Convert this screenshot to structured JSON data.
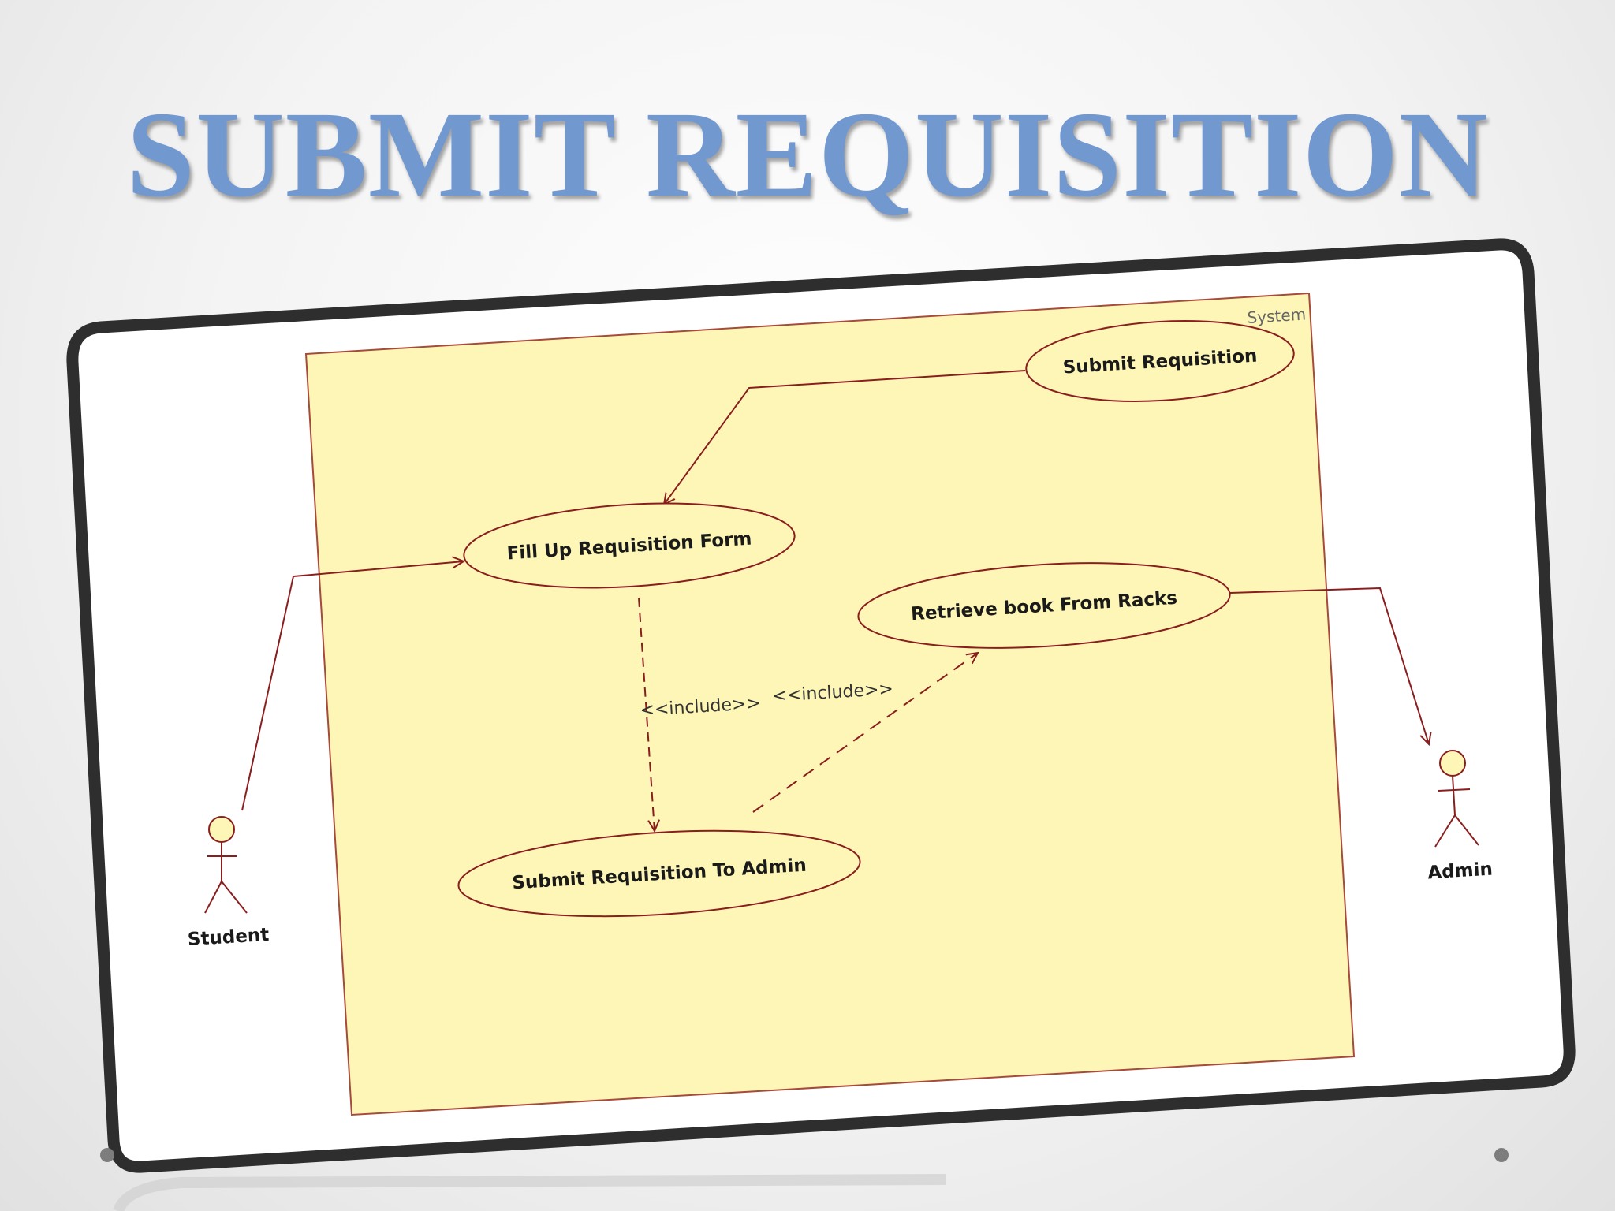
{
  "slide": {
    "title": "SUBMIT REQUISITION"
  },
  "diagram": {
    "type": "uml-use-case",
    "system_label": "System",
    "use_cases": {
      "submit_requisition": "Submit Requisition",
      "fill_up_form": "Fill Up Requisition Form",
      "retrieve_book": "Retrieve book From Racks",
      "submit_to_admin": "Submit Requisition To Admin"
    },
    "actors": {
      "student": "Student",
      "admin": "Admin"
    },
    "relations": {
      "include_1": "<<include>>",
      "include_2": "<<include>>"
    },
    "colors": {
      "frame": "#2e2e2e",
      "system_fill": "#fdf6b6",
      "line": "#8a1e1e",
      "title": "#7298d0"
    }
  }
}
